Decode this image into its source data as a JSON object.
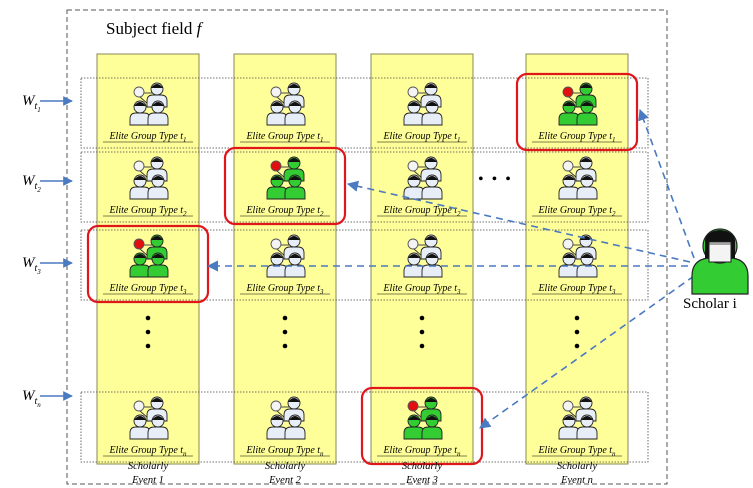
{
  "title": "Subject field f",
  "title_parts": {
    "main": "Subject field ",
    "var": "f"
  },
  "weights": [
    {
      "base": "W",
      "sub": "t",
      "subsub": "1"
    },
    {
      "base": "W",
      "sub": "t",
      "subsub": "2"
    },
    {
      "base": "W",
      "sub": "t",
      "subsub": "3"
    },
    {
      "base": "W",
      "sub": "t",
      "subsub": "n"
    }
  ],
  "events": [
    {
      "line1": "Scholarly",
      "line2": "Event 1"
    },
    {
      "line1": "Scholarly",
      "line2": "Event 2"
    },
    {
      "line1": "Scholarly",
      "line2": "Event 3"
    },
    {
      "line1": "Scholarly",
      "line2": "Event n"
    }
  ],
  "group_label": "Elite Group Type",
  "row_subscripts": [
    "1",
    "2",
    "3",
    "n"
  ],
  "highlighted_cells": [
    {
      "col": 3,
      "row": 0
    },
    {
      "col": 1,
      "row": 1
    },
    {
      "col": 0,
      "row": 2
    },
    {
      "col": 2,
      "row": 3
    }
  ],
  "horizontal_ellipsis": "• • •",
  "scholar_label": "Scholar i",
  "colors": {
    "column_fill": "#ffff99",
    "column_stroke": "#8a8a55",
    "highlight_border": "#e0161b",
    "arrow": "#4a7ac0",
    "person_member": "#33cc33",
    "person_leader": "#e01010",
    "person_inactive": "#e8eef8"
  }
}
